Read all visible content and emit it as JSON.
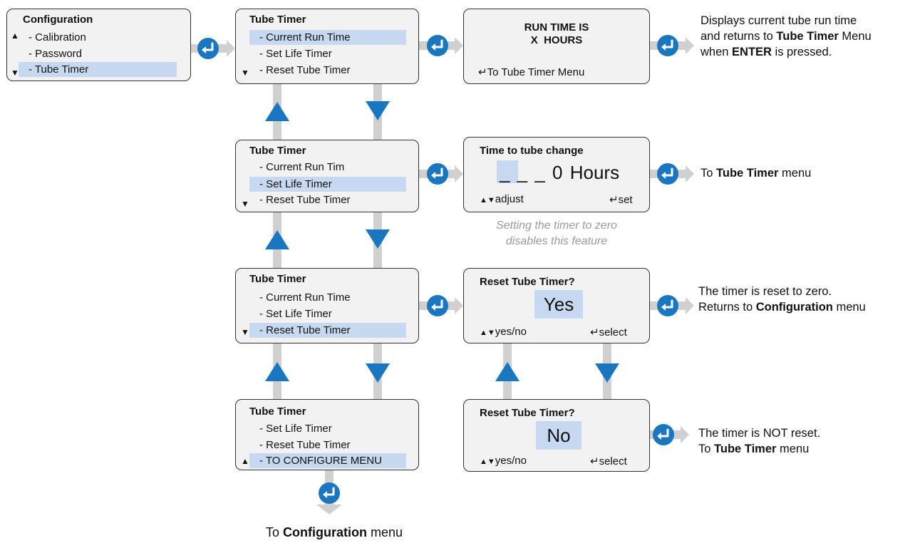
{
  "config_menu": {
    "title": "Configuration",
    "items": [
      "- Calibration",
      "- Password",
      "- Tube Timer"
    ]
  },
  "screen1": {
    "title": "Tube Timer",
    "items": [
      "- Current Run Time",
      "- Set Life Timer",
      "- Reset Tube Timer"
    ]
  },
  "screen2": {
    "title": "Tube Timer",
    "items": [
      "- Current Run Tim",
      "- Set Life Timer",
      "- Reset Tube Timer"
    ]
  },
  "screen3": {
    "title": "Tube Timer",
    "items": [
      "- Current Run Time",
      "- Set Life Timer",
      "- Reset Tube Timer"
    ]
  },
  "screen4": {
    "title": "Tube Timer",
    "items": [
      "- Set Life Timer",
      "- Reset Tube Timer",
      "- TO CONFIGURE MENU"
    ]
  },
  "run_time_box": {
    "line1": "RUN TIME IS",
    "line2": "X  HOURS",
    "footer": "To Tube Timer Menu"
  },
  "time_change_box": {
    "title": "Time to tube change",
    "value": "_ _ _ 0 Hours",
    "adjust": "adjust",
    "set": "set"
  },
  "reset_yes_box": {
    "title": "Reset Tube Timer?",
    "value": "Yes",
    "left": "yes/no",
    "right": "select"
  },
  "reset_no_box": {
    "title": "Reset Tube Timer?",
    "value": "No",
    "left": "yes/no",
    "right": "select"
  },
  "notes": {
    "run_time": {
      "pre1": "Displays current tube run time",
      "pre2": "and returns to ",
      "b1": "Tube Timer",
      "post2": " Menu",
      "pre3": "when ",
      "b2": "ENTER",
      "post3": " is pressed."
    },
    "life_timer": {
      "pre": "To ",
      "b": "Tube Timer",
      "post": " menu"
    },
    "italic": {
      "line1": "Setting the timer to zero",
      "line2": "disables this feature"
    },
    "reset_yes": {
      "line1": "The timer is reset to zero.",
      "pre2": "Returns to ",
      "b": "Configuration",
      "post2": " menu"
    },
    "reset_no": {
      "line1": "The timer is NOT reset.",
      "pre2": "To ",
      "b": "Tube Timer",
      "post2": " menu"
    },
    "bottom": {
      "pre": "To ",
      "b": "Configuration",
      "post": " menu"
    }
  },
  "colors": {
    "accent_blue": "#1b76c0",
    "highlight": "#c6d9f0",
    "connector_gray": "#d0d0d0"
  }
}
